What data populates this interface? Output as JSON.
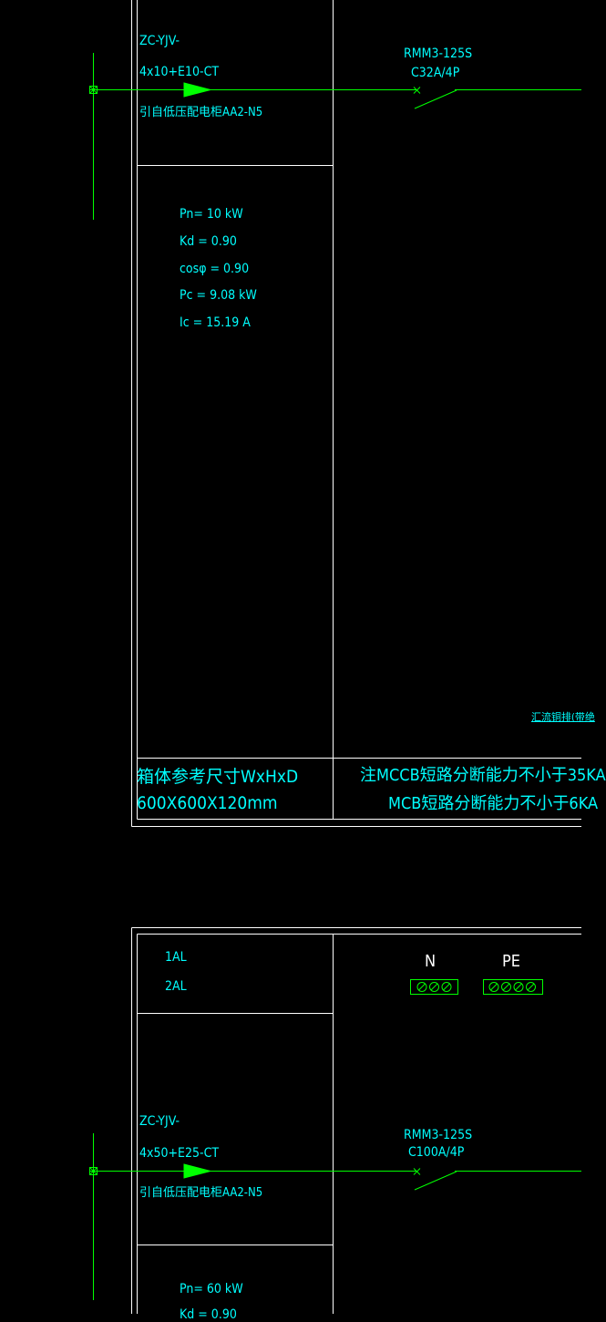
{
  "palette": {
    "background": "#000000",
    "frame": "#ffffff",
    "wire": "#00ff00",
    "text": "#00ffff"
  },
  "panel1": {
    "cable": {
      "spec_line1": "ZC-YJV-",
      "spec_line2": "4x10+E10-CT",
      "source": "引自低压配电柜AA2-N5"
    },
    "breaker": {
      "model": "RMM3-125S",
      "rating": "C32A/4P"
    },
    "load": {
      "pn": "Pn= 10 kW",
      "kd": "Kd = 0.90",
      "cos": "cosφ = 0.90",
      "pc": "Pc = 9.08 kW",
      "ic": "Ic = 15.19 A"
    },
    "busbar_note": "汇流铜排(带绝",
    "box": {
      "label": "箱体参考尺寸WxHxD",
      "size": "600X600X120mm"
    },
    "notes": {
      "line1": "注MCCB短路分断能力不小于35KA",
      "line2": "MCB短路分断能力不小于6KA"
    }
  },
  "panel2": {
    "ids": {
      "line1": "1AL",
      "line2": "2AL"
    },
    "terminals": {
      "n_label": "N",
      "pe_label": "PE"
    },
    "cable": {
      "spec_line1": "ZC-YJV-",
      "spec_line2": "4x50+E25-CT",
      "source": "引自低压配电柜AA2-N5"
    },
    "breaker": {
      "model": "RMM3-125S",
      "rating": "C100A/4P"
    },
    "load": {
      "pn": "Pn= 60 kW",
      "kd": "Kd = 0.90"
    }
  }
}
